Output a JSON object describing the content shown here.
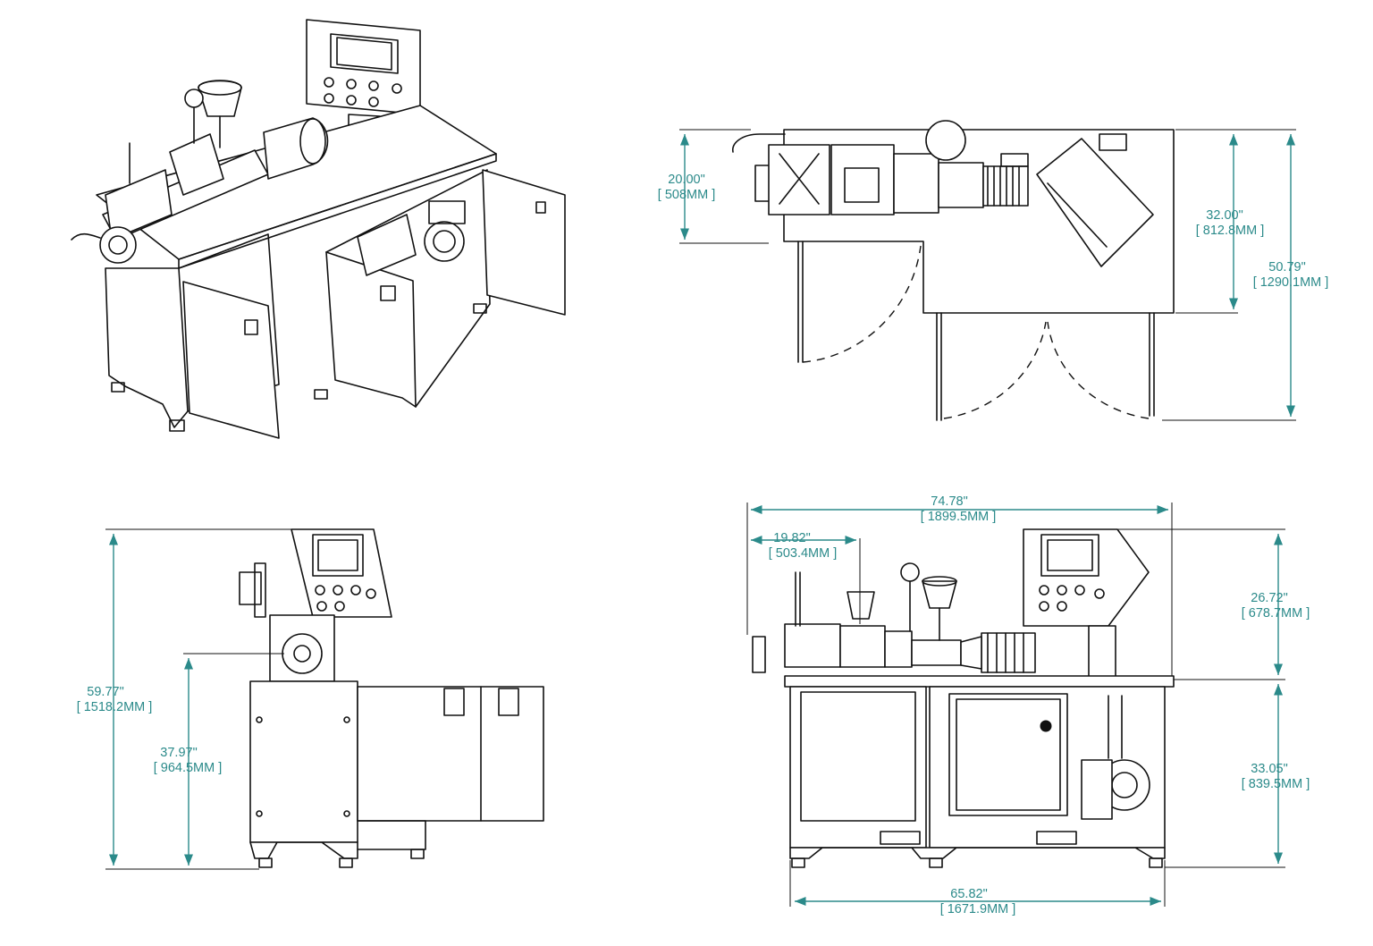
{
  "colors": {
    "dimension": "#2b8a8a",
    "linework": "#111111",
    "background": "#ffffff"
  },
  "dimensions": {
    "top_depth": {
      "in": "20.00\"",
      "mm": "[ 508MM ]"
    },
    "top_frame_depth": {
      "in": "32.00\"",
      "mm": "[ 812.8MM ]"
    },
    "top_total_depth": {
      "in": "50.79\"",
      "mm": "[ 1290.1MM ]"
    },
    "side_height": {
      "in": "59.77\"",
      "mm": "[ 1518.2MM ]"
    },
    "side_axis_height": {
      "in": "37.97\"",
      "mm": "[ 964.5MM ]"
    },
    "front_width": {
      "in": "74.78\"",
      "mm": "[ 1899.5MM ]"
    },
    "front_die_offset": {
      "in": "19.82\"",
      "mm": "[ 503.4MM ]"
    },
    "front_upper_height": {
      "in": "26.72\"",
      "mm": "[ 678.7MM ]"
    },
    "front_lower_height": {
      "in": "33.05\"",
      "mm": "[ 839.5MM ]"
    },
    "front_base_width": {
      "in": "65.82\"",
      "mm": "[ 1671.9MM ]"
    }
  }
}
